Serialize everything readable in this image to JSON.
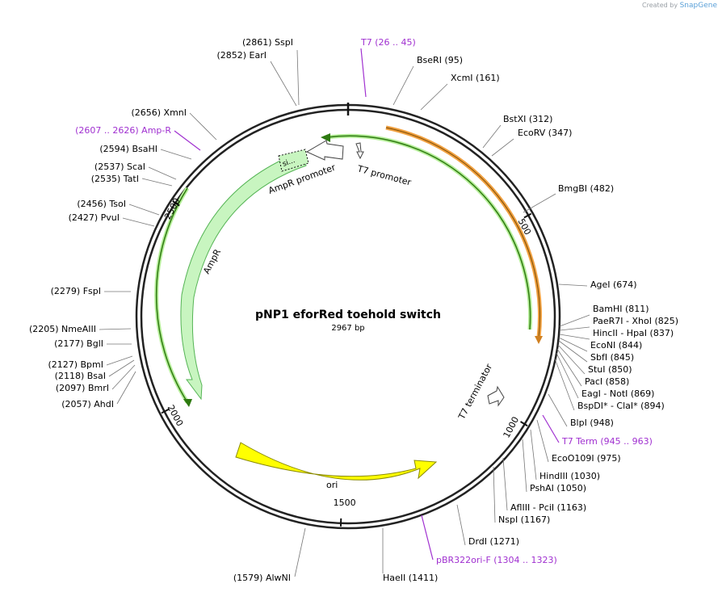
{
  "credit": {
    "prefix": "Created by",
    "brand": "SnapGene"
  },
  "plasmid": {
    "name": "pNP1 eforRed toehold switch",
    "length_label": "2967 bp",
    "length": 2967
  },
  "colors": {
    "primer": "#a030d0",
    "amp": "#c8f5c0",
    "amp_edge": "#55b455",
    "ori": "#ffff00",
    "orange": "#f0a040",
    "green": "#3a8a1a"
  },
  "ticks": [
    {
      "pos": 500,
      "label": "500"
    },
    {
      "pos": 1000,
      "label": "1000"
    },
    {
      "pos": 1500,
      "label": "1500"
    },
    {
      "pos": 2000,
      "label": "2000"
    },
    {
      "pos": 2500,
      "label": "2500"
    }
  ],
  "features": [
    {
      "name": "AmpR promoter",
      "label": "AmpR promoter"
    },
    {
      "name": "T7 promoter",
      "label": "T7 promoter"
    },
    {
      "name": "AmpR",
      "label": "AmpR"
    },
    {
      "name": "ori",
      "label": "ori"
    },
    {
      "name": "T7 terminator",
      "label": "T7 terminator"
    },
    {
      "name": "signal",
      "label": "si..."
    }
  ],
  "sites": [
    {
      "id": "s1",
      "text": "(2861)  SspI"
    },
    {
      "id": "s2",
      "text": "(2852)  EarI"
    },
    {
      "id": "s3",
      "text": "BseRI  (95)"
    },
    {
      "id": "s4",
      "text": "XcmI  (161)"
    },
    {
      "id": "s5",
      "text": "BstXI  (312)"
    },
    {
      "id": "s6",
      "text": "EcoRV  (347)"
    },
    {
      "id": "s7",
      "text": "BmgBI  (482)"
    },
    {
      "id": "s8",
      "text": "AgeI  (674)"
    },
    {
      "id": "s9",
      "text": "BamHI  (811)"
    },
    {
      "id": "s10",
      "text": "PaeR7I - XhoI  (825)"
    },
    {
      "id": "s11",
      "text": "HincII - HpaI  (837)"
    },
    {
      "id": "s12",
      "text": "EcoNI  (844)"
    },
    {
      "id": "s13",
      "text": "SbfI  (845)"
    },
    {
      "id": "s14",
      "text": "StuI  (850)"
    },
    {
      "id": "s15",
      "text": "PacI  (858)"
    },
    {
      "id": "s16",
      "text": "EagI - NotI  (869)"
    },
    {
      "id": "s17",
      "text": "BspDI* - ClaI*  (894)"
    },
    {
      "id": "s18",
      "text": "BlpI  (948)"
    },
    {
      "id": "s19",
      "text": "EcoO109I  (975)"
    },
    {
      "id": "s20",
      "text": "HindIII  (1030)"
    },
    {
      "id": "s21",
      "text": "PshAI  (1050)"
    },
    {
      "id": "s22",
      "text": "AflIII - PciI  (1163)"
    },
    {
      "id": "s23",
      "text": "NspI  (1167)"
    },
    {
      "id": "s24",
      "text": "DrdI  (1271)"
    },
    {
      "id": "s25",
      "text": "HaeII  (1411)"
    },
    {
      "id": "s26",
      "text": "(1579)  AlwNI"
    },
    {
      "id": "s27",
      "text": "(2057)  AhdI"
    },
    {
      "id": "s28",
      "text": "(2097)  BmrI"
    },
    {
      "id": "s29",
      "text": "(2118)  BsaI"
    },
    {
      "id": "s30",
      "text": "(2127)  BpmI"
    },
    {
      "id": "s31",
      "text": "(2177)  BglI"
    },
    {
      "id": "s32",
      "text": "(2205)  NmeAIII"
    },
    {
      "id": "s33",
      "text": "(2279)  FspI"
    },
    {
      "id": "s34",
      "text": "(2427)  PvuI"
    },
    {
      "id": "s35",
      "text": "(2456)  TsoI"
    },
    {
      "id": "s36",
      "text": "(2535)  TatI"
    },
    {
      "id": "s37",
      "text": "(2537)  ScaI"
    },
    {
      "id": "s38",
      "text": "(2594)  BsaHI"
    },
    {
      "id": "s39",
      "text": "(2656)  XmnI"
    }
  ],
  "primers": [
    {
      "id": "p1",
      "text": "T7  (26 .. 45)"
    },
    {
      "id": "p2",
      "text": "(2607 .. 2626)  Amp-R"
    },
    {
      "id": "p3",
      "text": "T7 Term  (945 .. 963)"
    },
    {
      "id": "p4",
      "text": "pBR322ori-F  (1304 .. 1323)"
    }
  ]
}
